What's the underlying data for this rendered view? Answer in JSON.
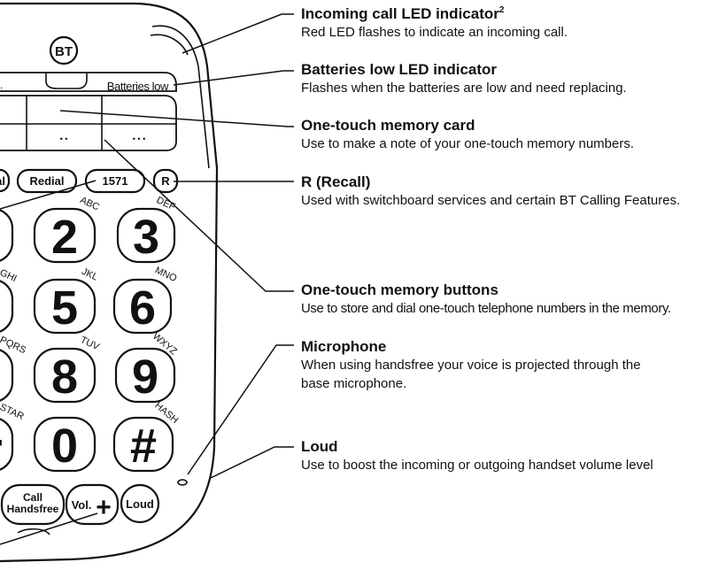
{
  "phone": {
    "brand": "BT",
    "battery_label": "Batteries low",
    "dots_left": "• •",
    "dots_right": "• • •",
    "top_buttons": {
      "left_partial": "al",
      "redial": "Redial",
      "code": "1571",
      "recall": "R"
    },
    "keys": [
      {
        "digit": "2",
        "letters": "ABC"
      },
      {
        "digit": "3",
        "letters": "DEF"
      },
      {
        "digit": "5",
        "letters": "JKL"
      },
      {
        "digit": "6",
        "letters": "MNO"
      },
      {
        "digit": "8",
        "letters": "TUV"
      },
      {
        "digit": "9",
        "letters": "WXYZ"
      },
      {
        "digit": "0",
        "letters": ""
      },
      {
        "digit": "#",
        "letters": "HASH"
      }
    ],
    "left_letters": {
      "ghi": "GHI",
      "pqrs": "PQRS",
      "star": "STAR"
    },
    "bottom": {
      "call_line1": "Call",
      "call_line2": "Handsfree",
      "vol": "Vol.",
      "vol_sign": "+",
      "loud": "Loud"
    }
  },
  "callouts": [
    {
      "title": "Incoming call LED indicator",
      "sup": "2",
      "desc": "Red LED flashes to indicate an incoming call."
    },
    {
      "title": "Batteries low LED indicator",
      "desc": "Flashes when the batteries are low and need replacing."
    },
    {
      "title": "One-touch memory card",
      "desc": "Use to make a note of your one-touch memory numbers."
    },
    {
      "title": "R (Recall)",
      "desc": "Used with switchboard services and certain BT Calling Features."
    },
    {
      "title": "One-touch memory buttons",
      "desc": "Use to store and dial one-touch telephone numbers in the memory."
    },
    {
      "title": "Microphone",
      "desc": "When using handsfree your voice is projected through the base microphone."
    },
    {
      "title": "Loud",
      "desc": "Use to boost the incoming or outgoing handset volume level"
    }
  ]
}
